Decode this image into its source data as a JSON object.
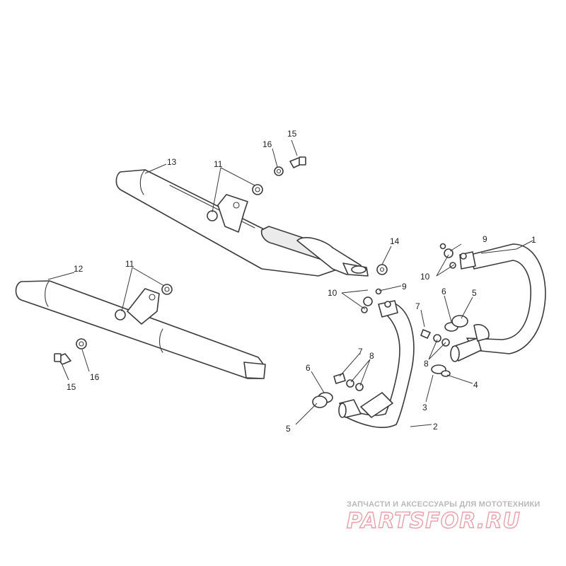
{
  "callouts": {
    "c1": "1",
    "c2": "2",
    "c3": "3",
    "c4": "4",
    "c5a": "5",
    "c5b": "5",
    "c6a": "6",
    "c6b": "6",
    "c7a": "7",
    "c7b": "7",
    "c8a": "8",
    "c8b": "8",
    "c9a": "9",
    "c9b": "9",
    "c10a": "10",
    "c10b": "10",
    "c11a": "11",
    "c11b": "11",
    "c12": "12",
    "c13": "13",
    "c14": "14",
    "c15a": "15",
    "c15b": "15",
    "c16a": "16",
    "c16b": "16"
  },
  "watermark": {
    "tagline": "ЗАПЧАСТИ И АКСЕССУАРЫ ДЛЯ МОТОТЕХНИКИ",
    "logo": "PARTSFOR.RU",
    "color": "#e8a0a8"
  }
}
